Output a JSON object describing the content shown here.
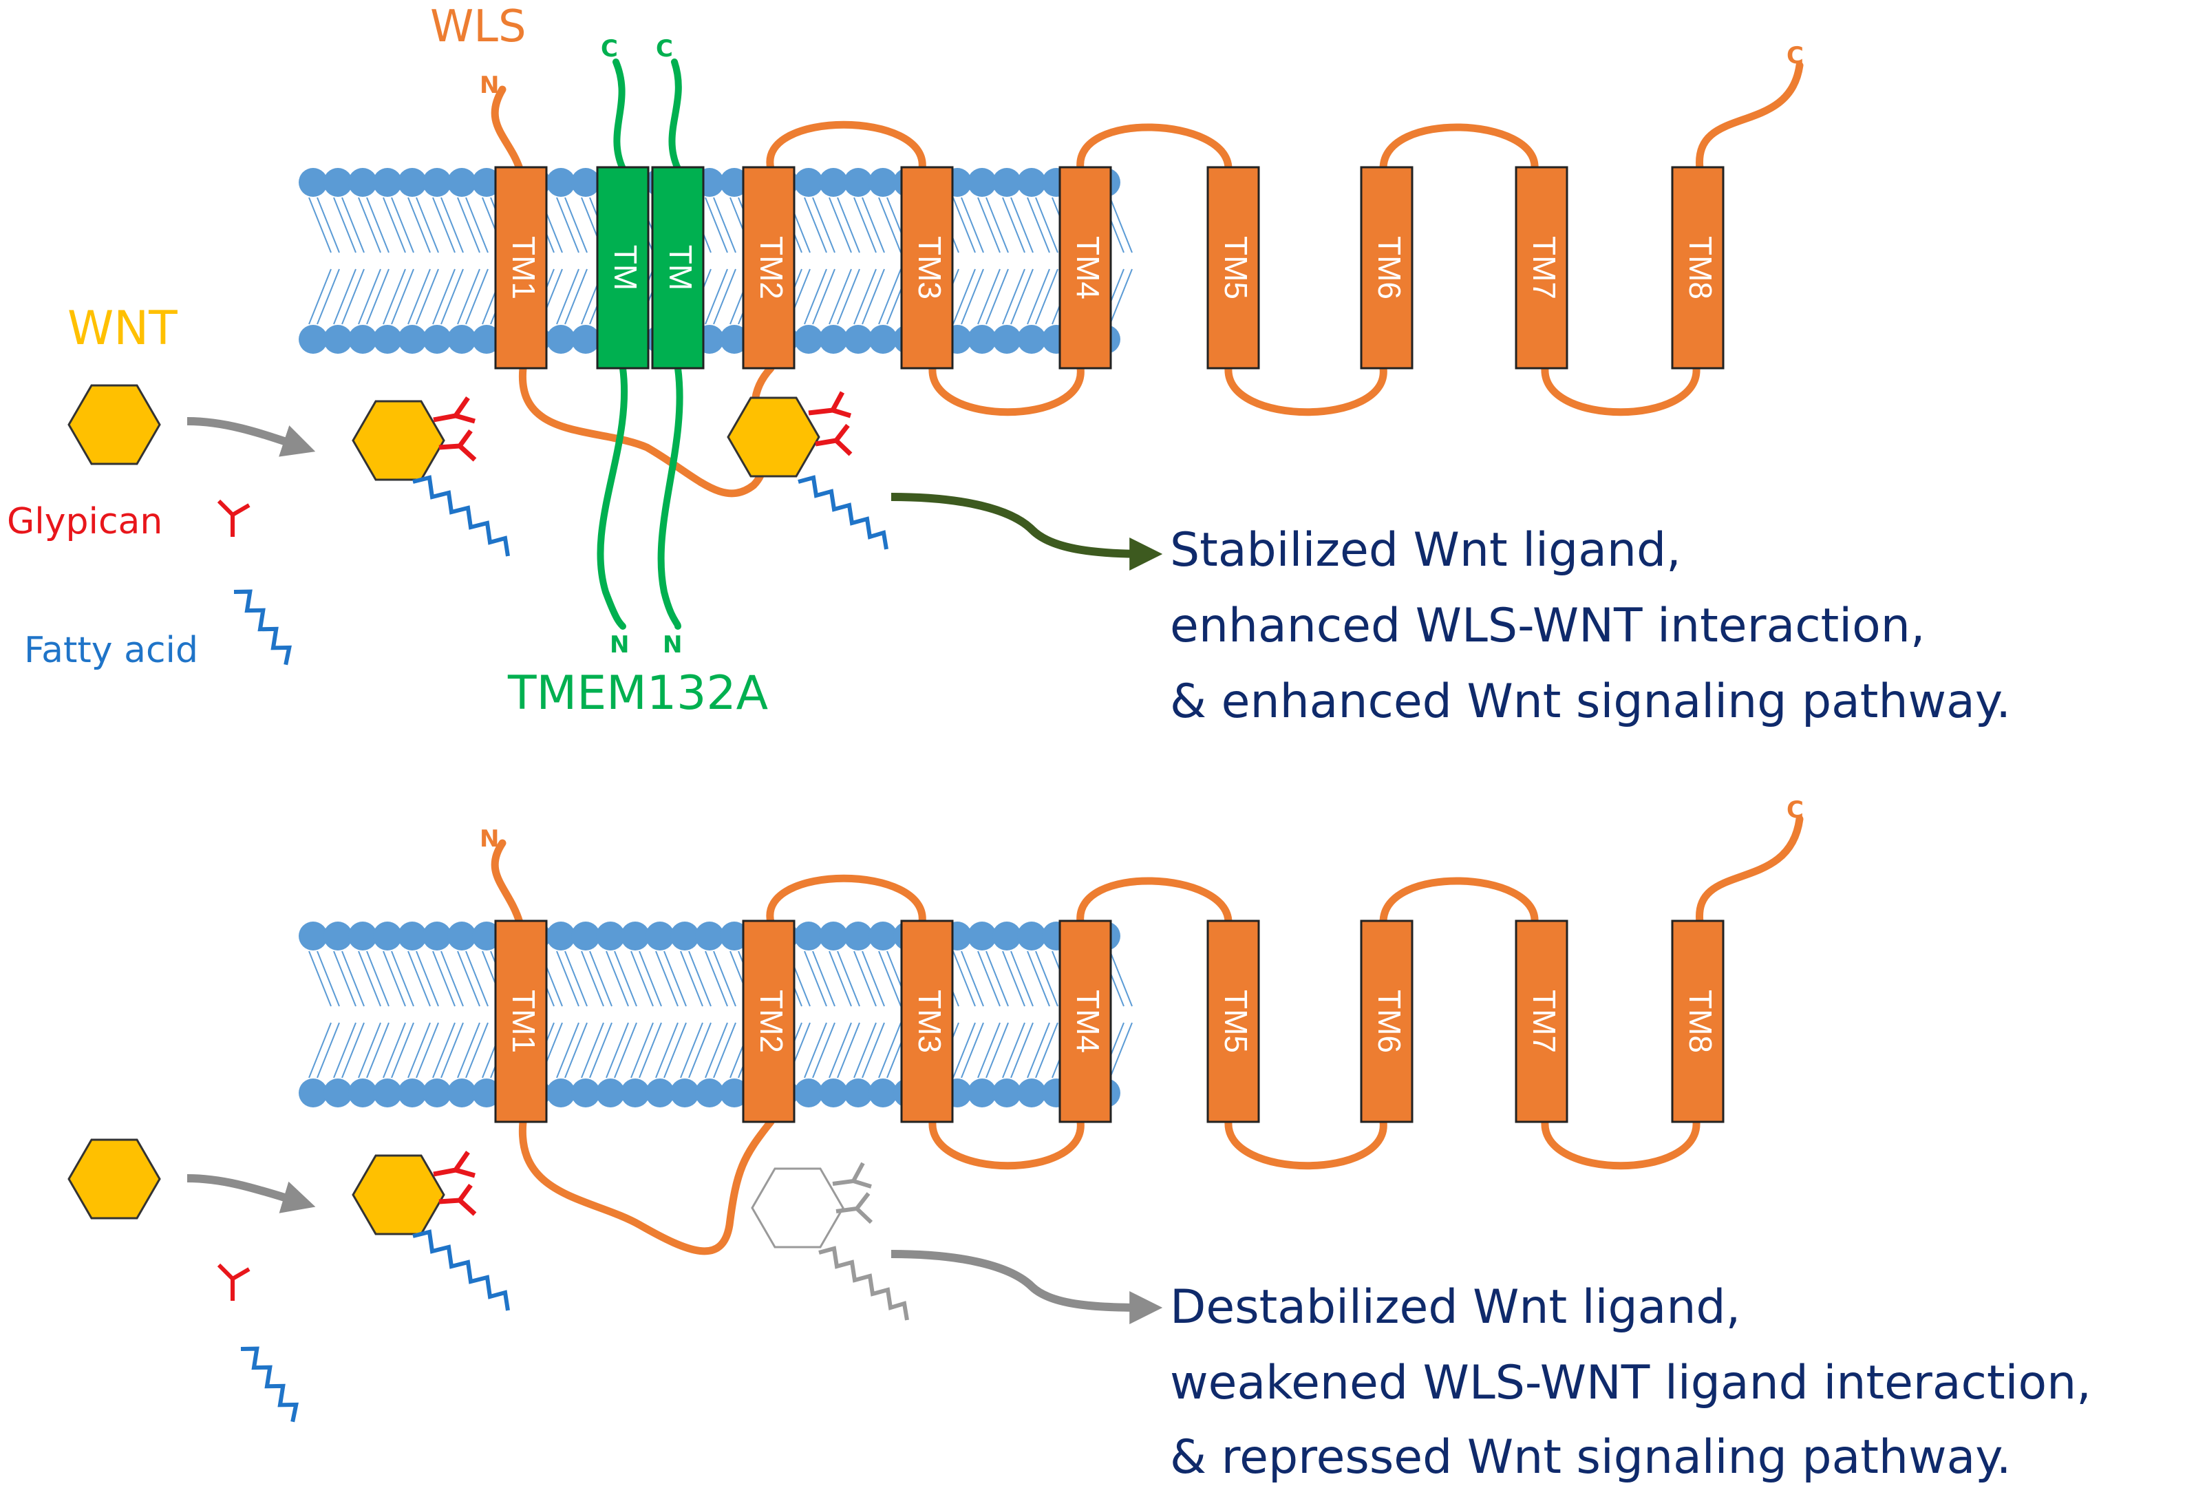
{
  "colors": {
    "wls": "#ED7D31",
    "tmem": "#00B050",
    "wnt": "#FFC000",
    "glypican": "#E8161B",
    "fatty_acid": "#1F74C8",
    "lipid_head": "#5B9BD5",
    "outcome_text": "#0F2A6B",
    "arrow_grey": "#8C8C8C",
    "arrow_dark_green": "#3D5A1F",
    "faded_grey": "#9A9A9A"
  },
  "legend": {
    "wnt_label": "WNT",
    "glypican_label": "Glypican",
    "fatty_acid_label": "Fatty acid"
  },
  "top_panel": {
    "wls_label": "WLS",
    "wls_n_terminus": "N",
    "wls_c_terminus": "C",
    "tmem_label": "TMEM132A",
    "tmem_c_labels": [
      "C",
      "C"
    ],
    "tmem_n_labels": [
      "N",
      "N"
    ],
    "tmem_helix_labels": [
      "TM",
      "TM"
    ],
    "wls_helix_labels": [
      "TM1",
      "TM2",
      "TM3",
      "TM4",
      "TM5",
      "TM6",
      "TM7",
      "TM8"
    ],
    "outcome_lines": [
      "Stabilized Wnt ligand,",
      "enhanced WLS-WNT interaction,",
      "& enhanced Wnt signaling pathway."
    ]
  },
  "bottom_panel": {
    "wls_n_terminus": "N",
    "wls_c_terminus": "C",
    "wls_helix_labels": [
      "TM1",
      "TM2",
      "TM3",
      "TM4",
      "TM5",
      "TM6",
      "TM7",
      "TM8"
    ],
    "outcome_lines": [
      "Destabilized Wnt ligand,",
      "weakened WLS-WNT ligand interaction,",
      "& repressed Wnt signaling pathway."
    ]
  }
}
